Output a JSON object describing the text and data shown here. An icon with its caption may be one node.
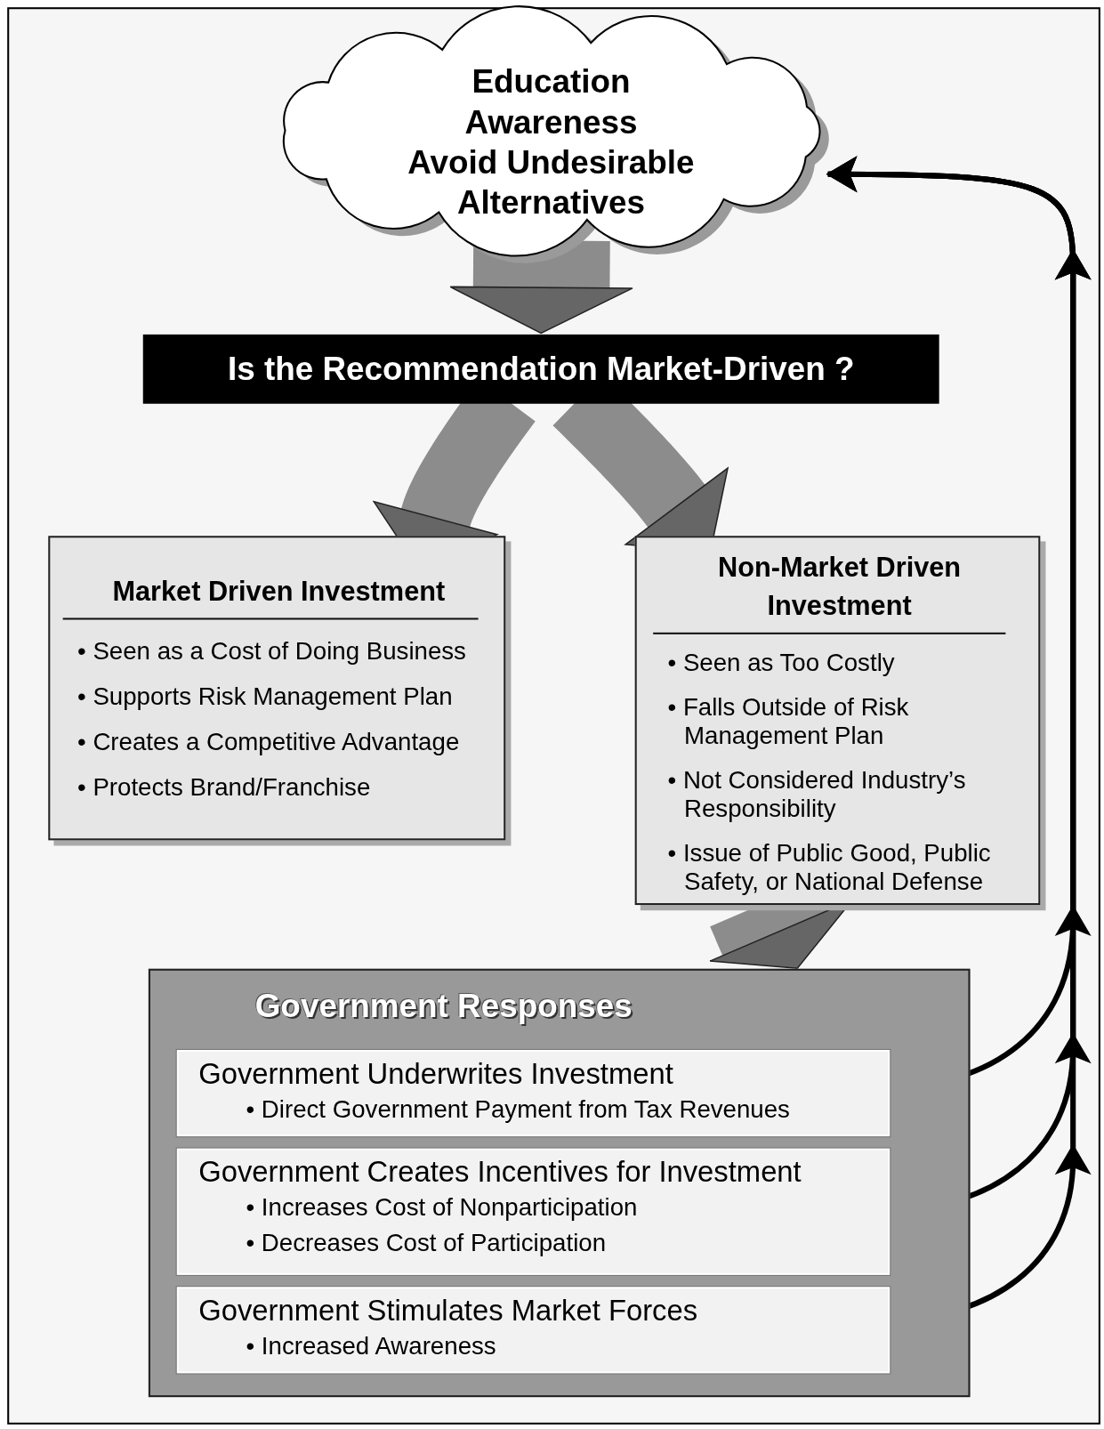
{
  "diagram": {
    "nodes": [
      {
        "text": [
          "Education",
          "Awareness",
          "Avoid Undesirable Alternatives"
        ]
      },
      {
        "text": [
          "Is the Recommendation Market-Driven ?"
        ]
      },
      {
        "text": [
          "Market Driven Investment",
          "• Seen as a Cost of Doing Business",
          "• Supports Risk Management Plan",
          "• Creates a Competitive Advantage",
          "• Protects Brand/Franchise"
        ]
      },
      {
        "text": [
          "Non-Market Driven Investment",
          "• Seen as Too Costly",
          "• Falls Outside of Risk Management Plan",
          "• Not Considered Industry’s Responsibility",
          "• Issue of Public Good, Public Safety, or National Defense"
        ]
      },
      {
        "text": [
          "Government Responses"
        ]
      },
      {
        "text": [
          "Government Underwrites Investment",
          "• Direct Government Payment from Tax Revenues"
        ],
        "in": 4
      },
      {
        "text": [
          "Government Creates Incentives for Investment",
          "• Increases Cost of Nonparticipation",
          "• Decreases Cost of Participation"
        ],
        "in": 4
      },
      {
        "text": [
          "Government Stimulates Market Forces",
          "• Increased Awareness"
        ],
        "in": 4
      }
    ],
    "edges": [
      {
        "from": 0,
        "to": 1,
        "arrow": "to",
        "style": "thick",
        "color": "#8c8c8c"
      },
      {
        "from": 1,
        "to": 2,
        "arrow": "to",
        "color": "#8c8c8c"
      },
      {
        "from": 1,
        "to": 3,
        "arrow": "to",
        "color": "#8c8c8c"
      },
      {
        "from": 3,
        "to": 4,
        "arrow": "to",
        "color": "#8c8c8c"
      },
      {
        "from": 5,
        "to": 0,
        "arrow": "to",
        "color": "#000000"
      },
      {
        "from": 6,
        "to": 0,
        "arrow": "to",
        "color": "#000000"
      },
      {
        "from": 7,
        "to": 0,
        "arrow": "to",
        "color": "#000000"
      }
    ]
  }
}
